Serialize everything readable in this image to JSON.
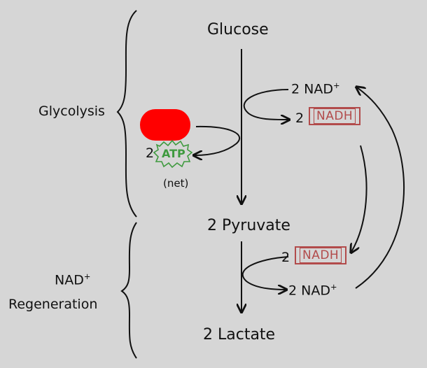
{
  "stages": {
    "glycolysis": "Glycolysis",
    "nad_regen_line1": "NAD",
    "nad_regen_sup": "+",
    "nad_regen_line2": "Regeneration"
  },
  "molecules": {
    "glucose": "Glucose",
    "pyruvate": "2 Pyruvate",
    "lactate": "2 Lactate"
  },
  "cofactors": {
    "nad_top_count": "2",
    "nad_top_label": "NAD",
    "nad_top_sup": "+",
    "nadh_top_count": "2",
    "nadh_top_label": "NADH",
    "nadh_mid_count": "2",
    "nadh_mid_label": "NADH",
    "nad_bottom_count": "2",
    "nad_bottom_label": "NAD",
    "nad_bottom_sup": "+"
  },
  "atp": {
    "count": "2",
    "label": "ATP",
    "note": "(net)"
  },
  "colors": {
    "redaction": "#ff0000",
    "nadh": "#b24b4b",
    "atp": "#3f9a3f"
  }
}
